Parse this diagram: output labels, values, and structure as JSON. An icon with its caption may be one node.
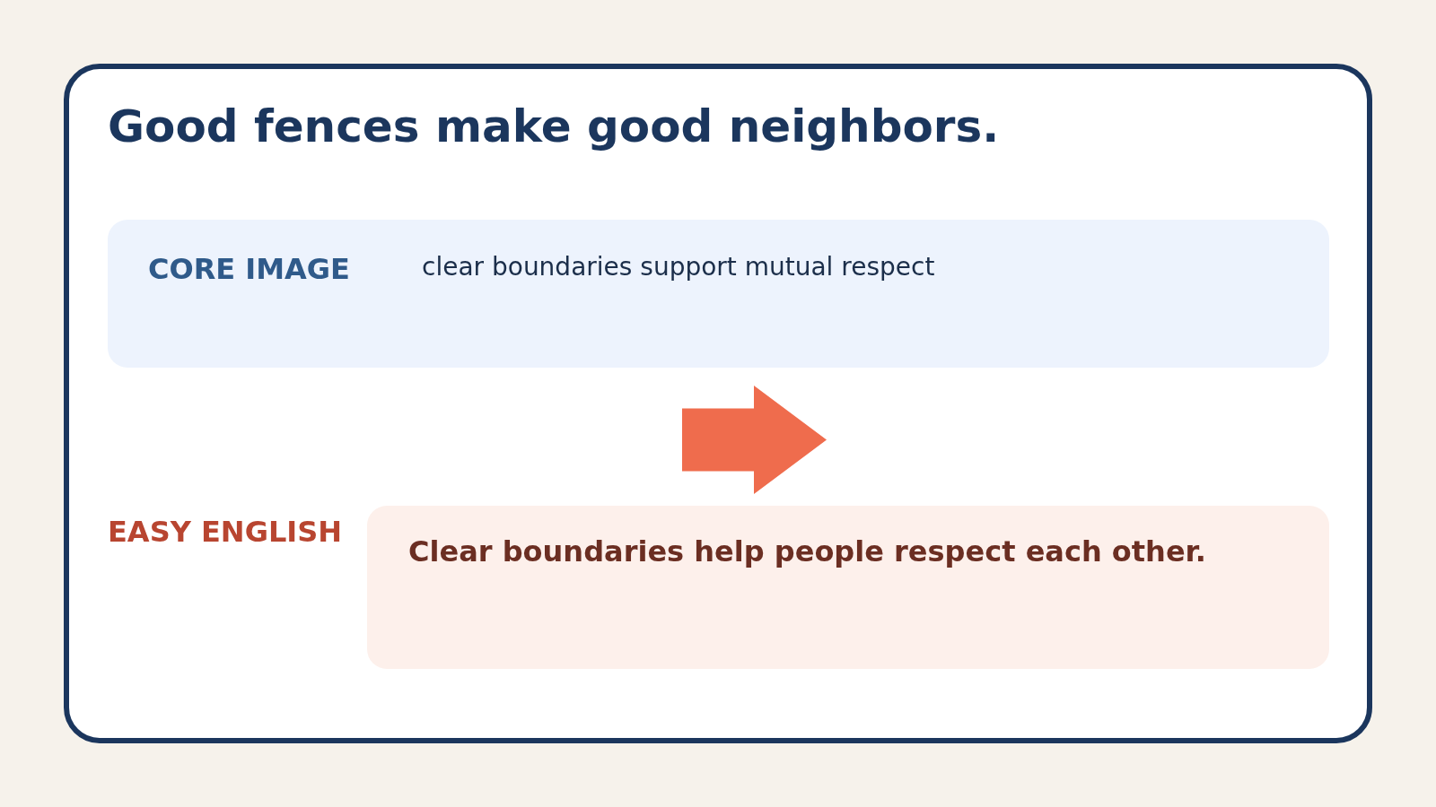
{
  "diagram": {
    "title": "Good fences make good neighbors.",
    "nodes": [
      {
        "text": [
          "CORE IMAGE",
          "clear boundaries support mutual respect"
        ]
      },
      {
        "text": [
          "EASY ENGLISH",
          "Clear boundaries help people respect each other."
        ]
      }
    ],
    "edges": [
      {
        "from": 0,
        "to": 1,
        "arrow": "to"
      }
    ]
  }
}
